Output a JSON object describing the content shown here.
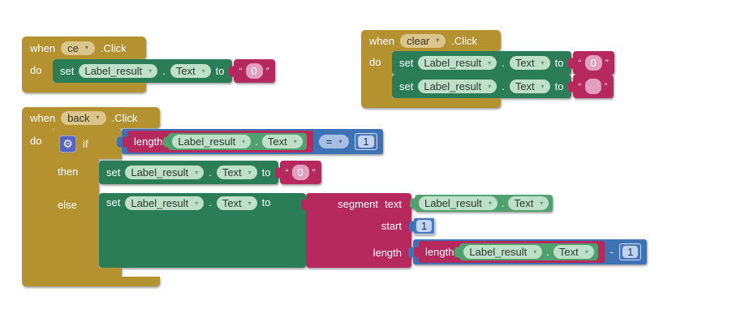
{
  "colors": {
    "canvas_bg": "#ffffff",
    "gold": "#B3922F",
    "gold_field": "#DAC58A",
    "green_dark": "#2B7D57",
    "green_mid": "#51A170",
    "green_field": "#BEDFC8",
    "pink": "#B5295C",
    "pink_field": "#E2A0BE",
    "blue": "#3F71B5",
    "blue_field": "#A8BFE4",
    "blue_num_bg": "#4878BC",
    "blue_num_field": "#C2D3ED",
    "gear_bg": "#5563C1",
    "text_light": "#ffffff"
  },
  "common": {
    "when": "when",
    "do": "do",
    "click_suffix": ".Click",
    "set": "set",
    "to": "to",
    "dot": ".",
    "then": "then",
    "else": "else",
    "if": "if",
    "length": "length",
    "minus": "-",
    "segment": "segment",
    "text_param": "text",
    "start": "start",
    "quote_open": "“",
    "quote_close": "”"
  },
  "component": {
    "name": "Label_result",
    "property": "Text"
  },
  "events": {
    "ce": "ce",
    "clear": "clear",
    "back": "back"
  },
  "values": {
    "zero": "0",
    "one": "1",
    "eq": "=",
    "empty": ""
  },
  "icons": {
    "gear": "⚙",
    "dropdown_caret": "▾"
  }
}
